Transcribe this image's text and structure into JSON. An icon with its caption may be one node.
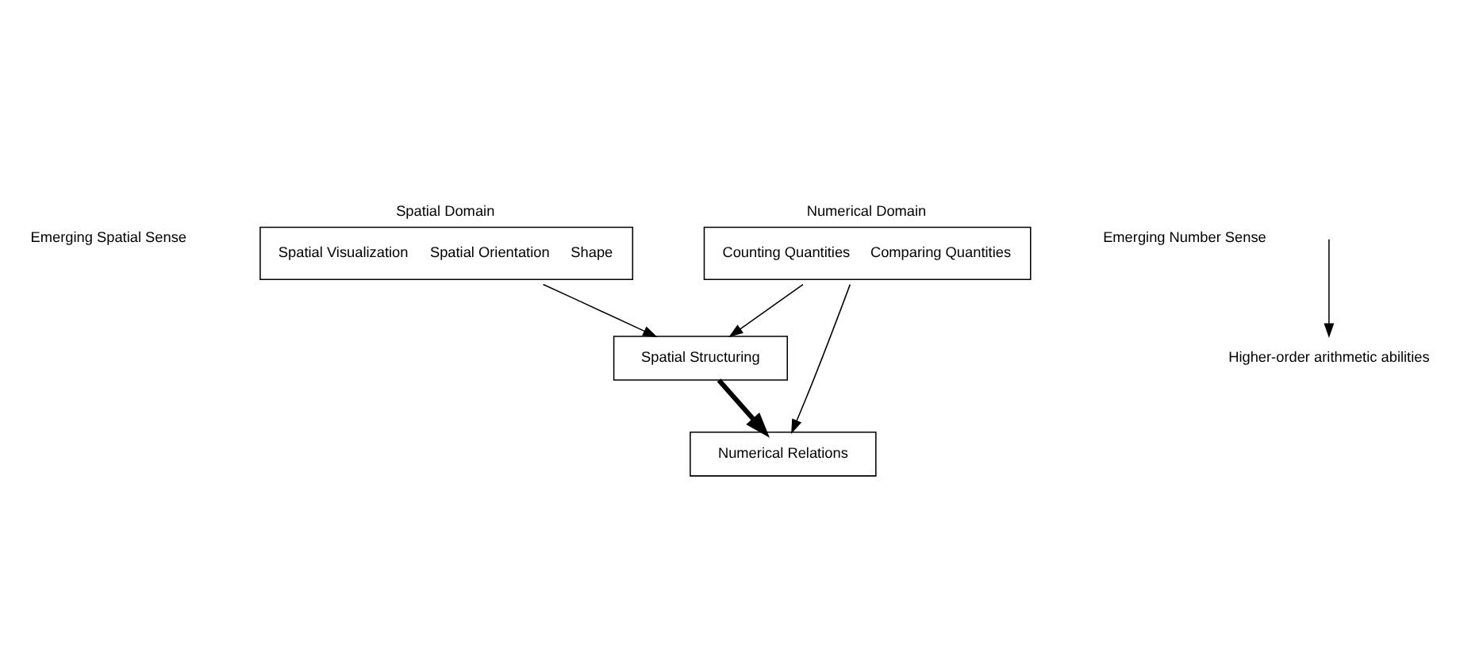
{
  "diagram": {
    "nodes": [
      {
        "text": [
          "Spatial Domain",
          "Spatial Visualization",
          "Spatial Orientation",
          "Shape"
        ]
      },
      {
        "text": [
          "Numerical Domain",
          "Counting Quantities",
          "Comparing Quantities"
        ]
      },
      {
        "text": [
          "Spatial Structuring"
        ]
      },
      {
        "text": [
          "Numerical Relations"
        ]
      },
      {
        "text": [
          "Higher-order arithmetic abilities"
        ]
      }
    ],
    "edges": [
      {
        "from": 0,
        "to": 2,
        "arrow": "to"
      },
      {
        "from": 1,
        "to": 2,
        "arrow": "to"
      },
      {
        "from": 1,
        "to": 3,
        "arrow": "to"
      },
      {
        "from": 2,
        "to": 3,
        "arrow": "to",
        "style": "thick"
      },
      {
        "from": null,
        "to": 4,
        "arrow": "to"
      }
    ],
    "labels": [
      "Emerging Spatial Sense",
      "Emerging Number Sense"
    ]
  }
}
